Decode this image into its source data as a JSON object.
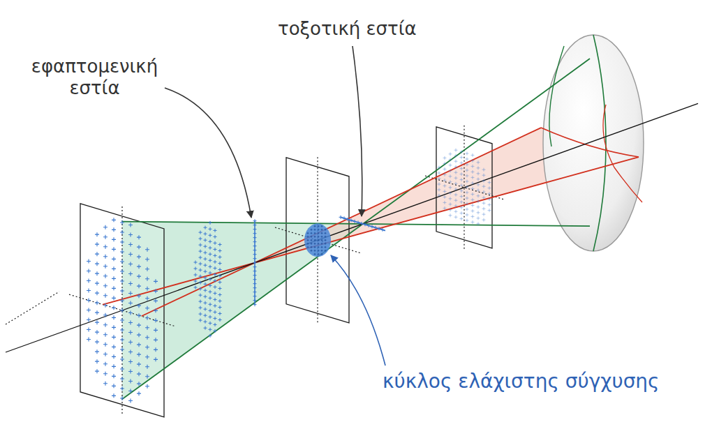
{
  "diagram": {
    "labels": [
      "τοξοτική εστία",
      "εφαπτομενική εστία",
      "κύκλος ελάχιστης σύγχυσης"
    ]
  }
}
